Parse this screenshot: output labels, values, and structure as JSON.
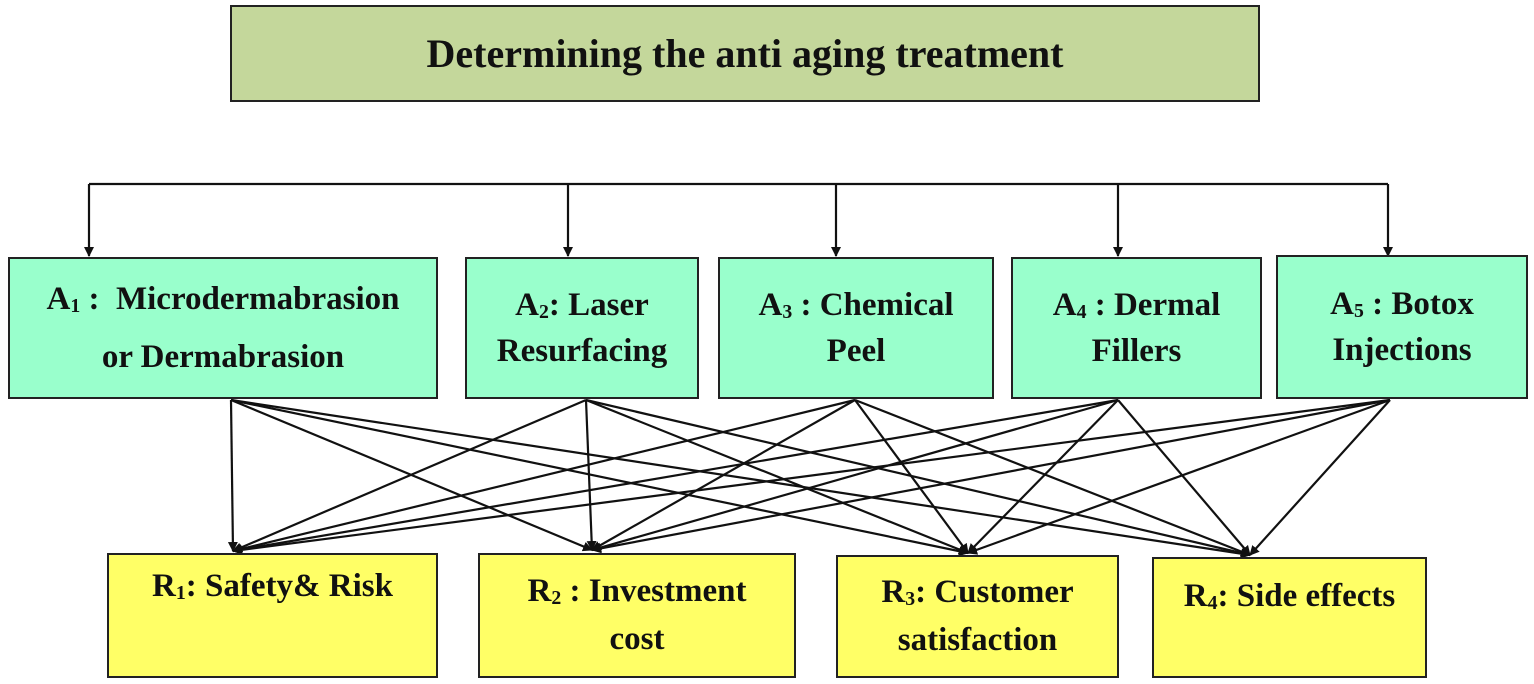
{
  "goal": "Determining the anti aging treatment",
  "alternatives": [
    {
      "code": "A",
      "sub": "1",
      "sep": " :  ",
      "line1": "Microdermabrasion",
      "line2": "or Dermabrasion"
    },
    {
      "code": "A",
      "sub": "2",
      "sep": ": ",
      "line1": "Laser",
      "line2": "Resurfacing"
    },
    {
      "code": "A",
      "sub": "3",
      "sep": " : ",
      "line1": "Chemical",
      "line2": "Peel"
    },
    {
      "code": "A",
      "sub": "4",
      "sep": " : ",
      "line1": "Dermal",
      "line2": "Fillers"
    },
    {
      "code": "A",
      "sub": "5",
      "sep": " : ",
      "line1": "Botox",
      "line2": "Injections"
    }
  ],
  "criteria": [
    {
      "code": "R",
      "sub": "1",
      "sep": ": ",
      "line1": "Safety& Risk",
      "line2": ""
    },
    {
      "code": "R",
      "sub": "2",
      "sep": " : ",
      "line1": "Investment",
      "line2": "cost"
    },
    {
      "code": "R",
      "sub": "3",
      "sep": ": ",
      "line1": "Customer",
      "line2": "satisfaction"
    },
    {
      "code": "R",
      "sub": "4",
      "sep": ": ",
      "line1": "Side effects",
      "line2": ""
    }
  ],
  "colors": {
    "goal_fill": "#c4d79b",
    "alternative_fill": "#99ffcc",
    "criterion_fill": "#ffff66",
    "line": "#111111"
  }
}
